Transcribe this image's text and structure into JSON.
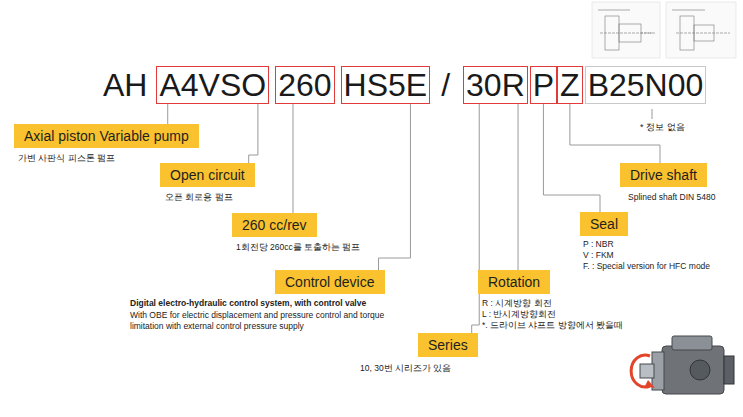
{
  "diagram": {
    "nodes": [
      {
        "text": [
          "A4VSO"
        ]
      },
      {
        "text": [
          "260"
        ]
      },
      {
        "text": [
          "HS5E"
        ]
      },
      {
        "text": [
          "30R"
        ]
      },
      {
        "text": [
          "P"
        ]
      },
      {
        "text": [
          "Z"
        ]
      },
      {
        "text": [
          "B25N00"
        ]
      },
      {
        "text": [
          "Axial piston Variable pump",
          "가변 사판식 피스톤 펌프"
        ]
      },
      {
        "text": [
          "Open circuit",
          "오픈 회로용 펌프"
        ]
      },
      {
        "text": [
          "260 cc/rev",
          "1회전당 260cc를 토출하는 펌프"
        ]
      },
      {
        "text": [
          "Control device",
          "Digital electro-hydraulic control system, with control valve",
          "With OBE for electric displacement and pressure control and torque limitation with external control pressure supply"
        ]
      },
      {
        "text": [
          "Series",
          "10, 30번 시리즈가 있음"
        ]
      },
      {
        "text": [
          "Rotation",
          "R : 시계방향 회전",
          "L : 반시계방향회전",
          "*. 드라이브 샤프트 방향에서 봤을때"
        ]
      },
      {
        "text": [
          "Seal",
          "P : NBR",
          "V : FKM",
          "F. : Special version for HFC mode"
        ]
      },
      {
        "text": [
          "Drive shaft",
          "Splined shaft DIN 5480"
        ]
      }
    ],
    "edges": [
      {
        "from": 0,
        "to": 7,
        "arrow": "none"
      },
      {
        "from": 0,
        "to": 8,
        "arrow": "none"
      },
      {
        "from": 1,
        "to": 9,
        "arrow": "none"
      },
      {
        "from": 2,
        "to": 10,
        "arrow": "none"
      },
      {
        "from": 3,
        "to": 11,
        "arrow": "none"
      },
      {
        "from": 3,
        "to": 12,
        "arrow": "none"
      },
      {
        "from": 4,
        "to": 13,
        "arrow": "none"
      },
      {
        "from": 5,
        "to": 14,
        "arrow": "none"
      }
    ],
    "labels": [
      "AH",
      "/",
      "* 정보 없음"
    ]
  }
}
